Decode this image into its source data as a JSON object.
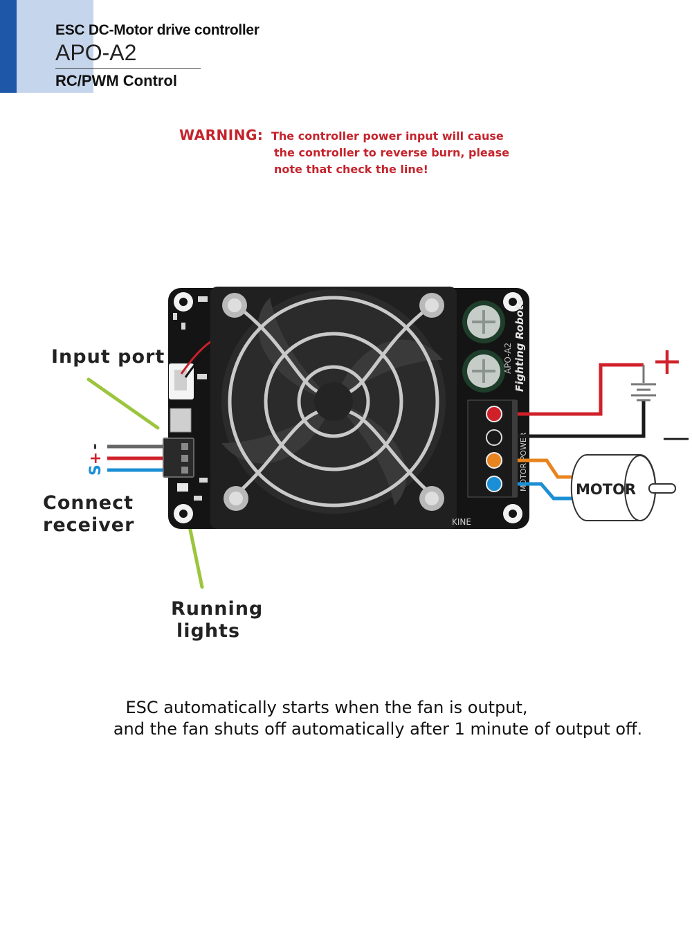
{
  "header": {
    "title": "ESC  DC-Motor drive controller",
    "model": "APO-A2",
    "subtitle": "RC/PWM Control"
  },
  "warning": {
    "label": "WARNING:",
    "line1": "The controller power input will cause",
    "line2": "the controller to reverse burn, please",
    "line3": "note that check the line!"
  },
  "labels": {
    "input_port": "Input port",
    "connect_receiver_1": "Connect",
    "connect_receiver_2": "receiver",
    "running_lights_1": "Running",
    "running_lights_2": "lights",
    "motor": "MOTOR",
    "battery_plus": "+",
    "battery_minus": "—"
  },
  "signal_pins": {
    "minus": "-",
    "plus": "+",
    "signal": "S"
  },
  "board": {
    "brand": "Fighting Robots",
    "model": "APO-A2",
    "terminal_label": "MOTOR  POWER",
    "bottom_text": "KINE"
  },
  "colors": {
    "wire_red": "#d0202a",
    "wire_black": "#1a1a1a",
    "wire_orange": "#e8841f",
    "wire_blue": "#1b8fd6",
    "wire_grey": "#666666",
    "pointer_green": "#9bc53d",
    "warning_red": "#c5232c"
  },
  "footer": {
    "line1": "ESC automatically starts when the fan is output,",
    "line2": "and the fan shuts off automatically after 1 minute of output off."
  }
}
